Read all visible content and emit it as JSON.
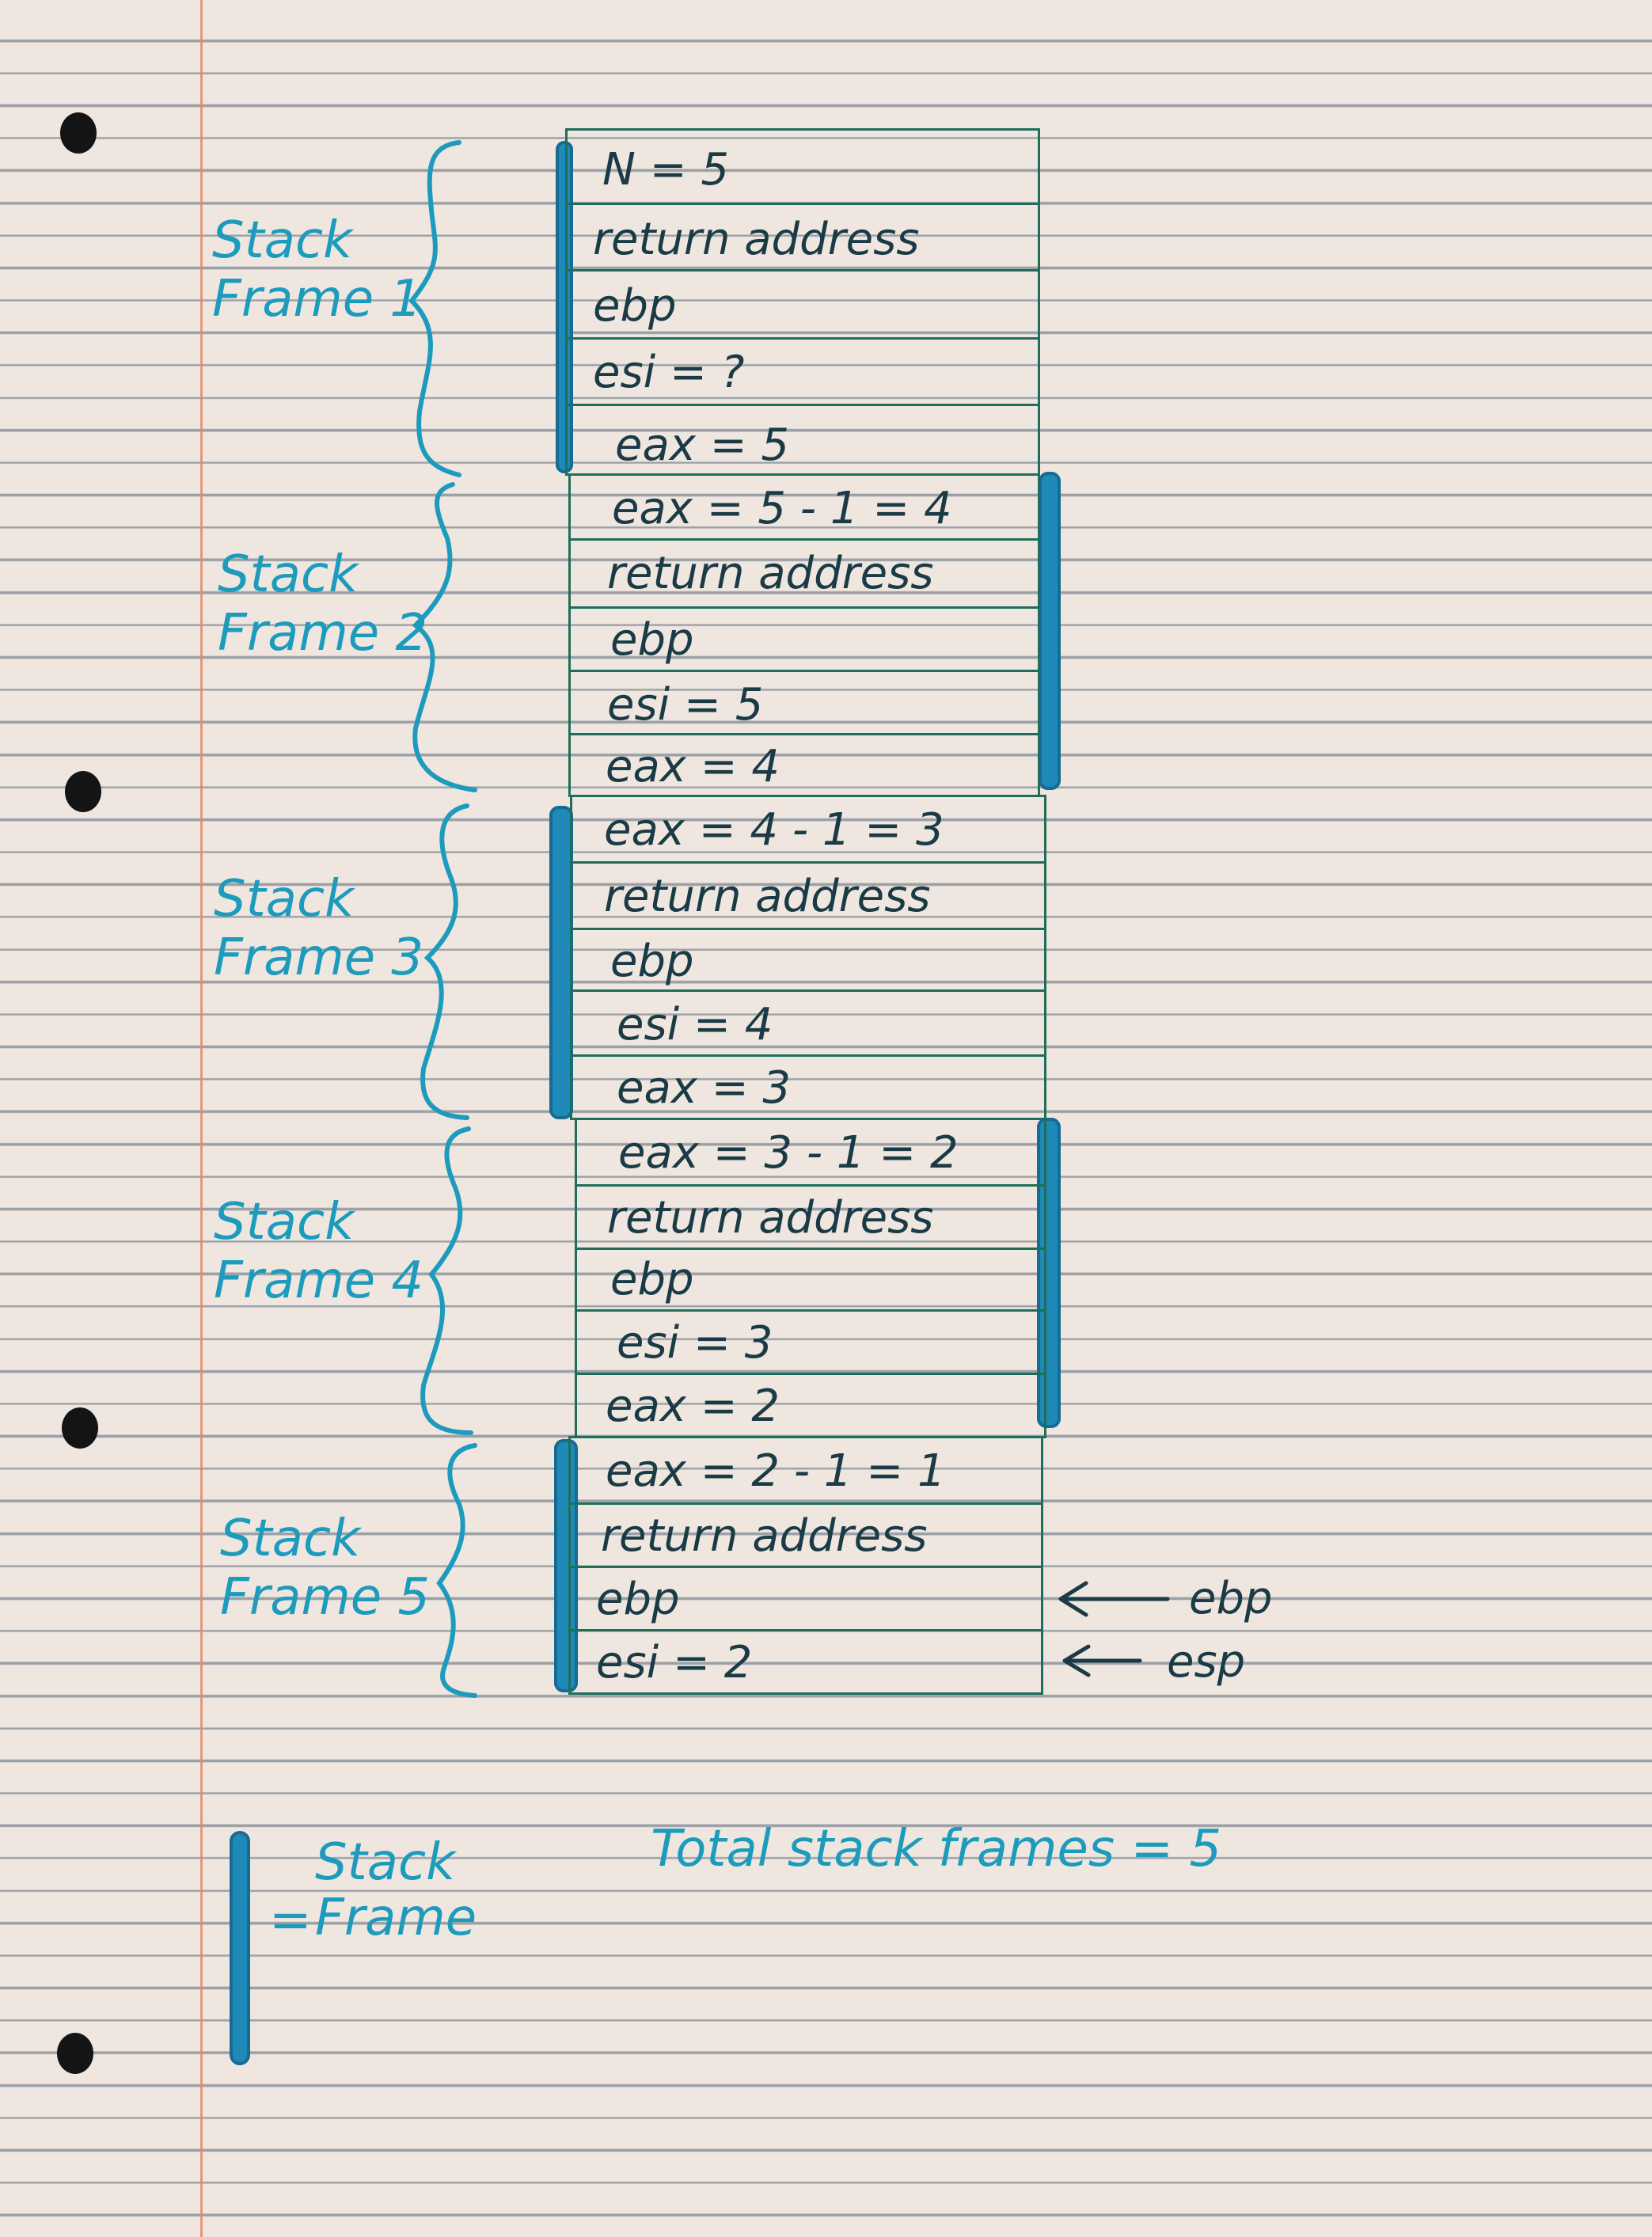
{
  "frames": [
    {
      "label": "Stack\nFrame 1",
      "cells": [
        "N = 5",
        "return address",
        "ebp",
        "esi = ?",
        "eax = 5"
      ]
    },
    {
      "label": "Stack\nFrame 2",
      "cells": [
        "eax = 5 - 1 = 4",
        "return address",
        "ebp",
        "esi = 5",
        "eax = 4"
      ]
    },
    {
      "label": "Stack\nFrame 3",
      "cells": [
        "eax = 4 - 1 = 3",
        "return address",
        "ebp",
        "esi = 4",
        "eax = 3"
      ]
    },
    {
      "label": "Stack\nFrame 4",
      "cells": [
        "eax = 3 - 1 = 2",
        "return address",
        "ebp",
        "esi = 3",
        "eax = 2"
      ]
    },
    {
      "label": "Stack\nFrame 5",
      "cells": [
        "eax = 2 - 1 = 1",
        "return address",
        "ebp",
        "esi = 2"
      ]
    }
  ],
  "pointers": {
    "ebp": "ebp",
    "esp": "esp"
  },
  "legend": {
    "label": "Stack\nFrame",
    "equals": "="
  },
  "total": "Total stack frames = 5",
  "colors": {
    "ink_blue": "#1d9bbd",
    "ink_green": "#1f6e5c",
    "paper": "#efe6df",
    "margin": "#e38a6a"
  }
}
